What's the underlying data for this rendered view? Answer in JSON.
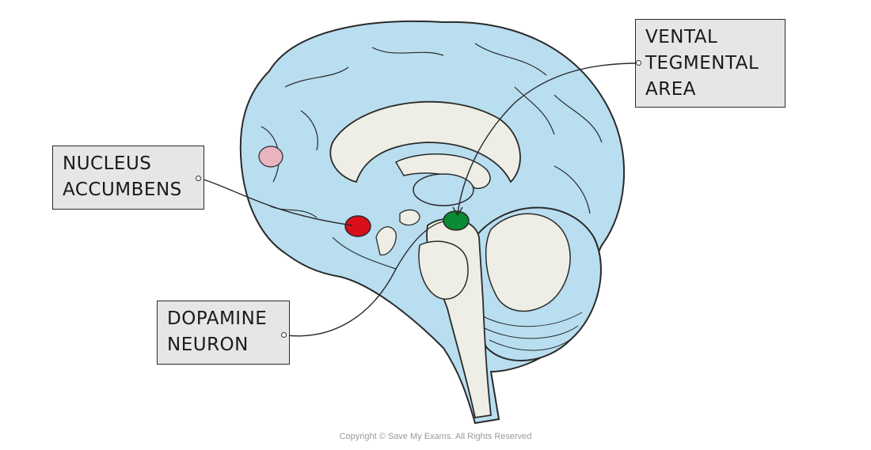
{
  "labels": {
    "vta": [
      "VENTAL",
      "TEGMENTAL",
      "AREA"
    ],
    "nucleus_accumbens": [
      "NUCLEUS",
      "ACCUMBENS"
    ],
    "dopamine_neuron": [
      "DOPAMINE",
      "NEURON"
    ]
  },
  "footer": {
    "copyright": "Copyright © Save My Exams. All Rights Reserved"
  },
  "colors": {
    "brain_fill": "#b8def0",
    "white_matter": "#eeeee6",
    "outline": "#2a2a2a",
    "ventral_tegmental_area": "#0a8a32",
    "nucleus_accumbens": "#d90f1c",
    "prefrontal_cortex": "#e8b4c0",
    "label_fill": "#e6e6e6"
  }
}
